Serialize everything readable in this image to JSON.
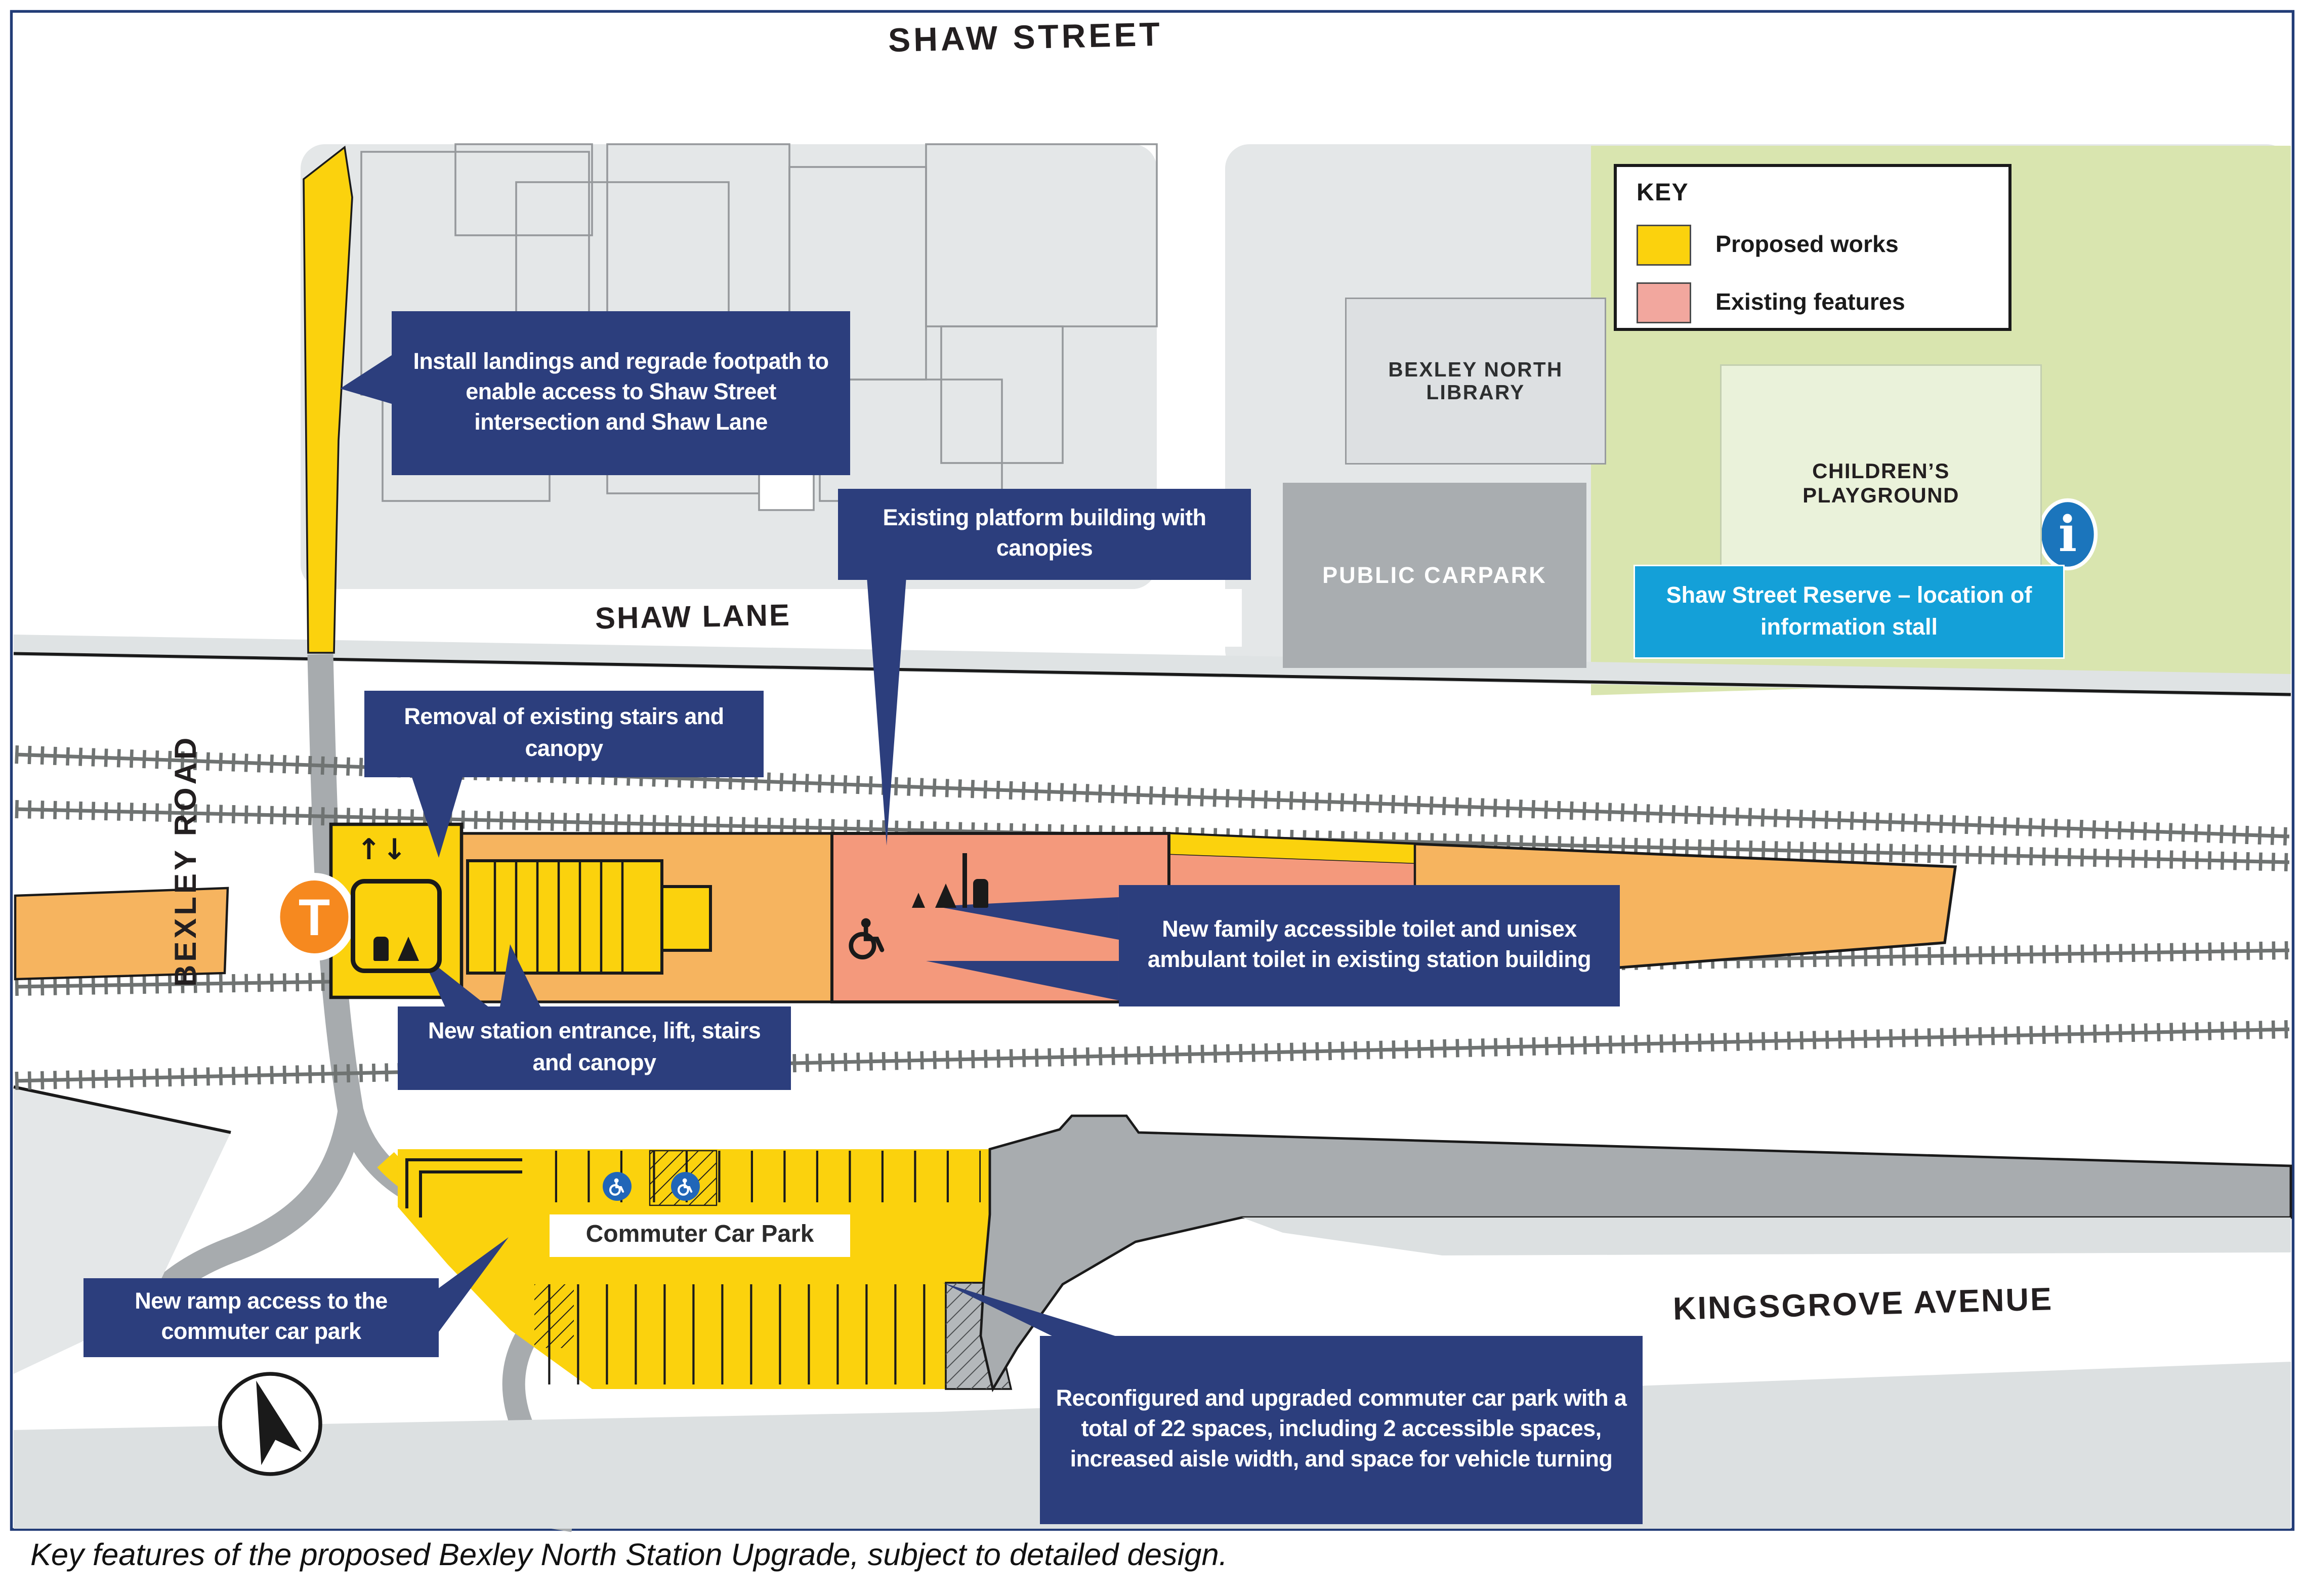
{
  "colors": {
    "proposed_works_yellow": "#FBD20D",
    "existing_features_salmon": "#F4997C",
    "key_salmon_swatch": "#F2A79E",
    "platform_orange": "#F6B45F",
    "callout_navy": "#2C3E7D",
    "reserve_banner_cyan": "#14A0D8",
    "reserve_green": "#D9E5AF",
    "playground_green": "#EAF2DA",
    "transport_t_orange": "#F6891F",
    "information_blue": "#1B75BC",
    "accessible_parking_blue": "#2166B8",
    "block_gray": "#E4E7E8",
    "public_carpark_gray": "#A9ADB0",
    "road_gray": "#A7ABAE",
    "track_gray": "#6F7372",
    "map_border": "#223C77"
  },
  "streets": {
    "shaw_street": "SHAW STREET",
    "shaw_lane": "SHAW LANE",
    "bexley_road": "BEXLEY ROAD",
    "kingsgrove_avenue": "KINGSGROVE AVENUE"
  },
  "places": {
    "library": "BEXLEY NORTH LIBRARY",
    "public_carpark": "PUBLIC CARPARK",
    "playground": "CHILDREN’S PLAYGROUND",
    "commuter_car_park": "Commuter Car Park"
  },
  "key": {
    "title": "KEY",
    "items": [
      {
        "label": "Proposed works",
        "color": "#FBD20D"
      },
      {
        "label": "Existing features",
        "color": "#F2A79E"
      }
    ]
  },
  "banner": {
    "reserve": "Shaw Street Reserve – location of information stall"
  },
  "callouts": {
    "install_landings": "Install landings and regrade footpath to enable access to Shaw Street intersection and Shaw Lane",
    "existing_platform": "Existing platform building with canopies",
    "removal_stairs": "Removal of existing stairs and canopy",
    "family_toilet": "New family accessible toilet and unisex ambulant toilet in existing station building",
    "new_entrance": "New station entrance, lift, stairs and canopy",
    "new_ramp": "New ramp access to the commuter car park",
    "reconfigured_car_park": "Reconfigured and upgraded commuter car park with a total of 22 spaces, including 2 accessible spaces, increased aisle width, and space for vehicle turning"
  },
  "logos": {
    "transport_t": "T",
    "information": "i"
  },
  "caption": "Key features of the proposed Bexley North Station Upgrade, subject to detailed design."
}
